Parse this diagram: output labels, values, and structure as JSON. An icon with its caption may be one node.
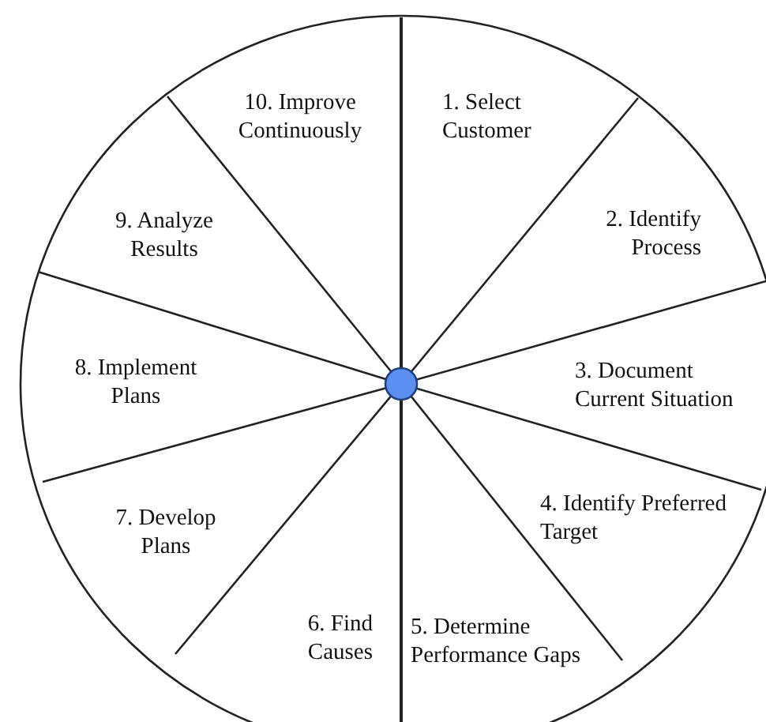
{
  "diagram": {
    "nodes": [
      {
        "text": [
          "1. Select Customer"
        ]
      },
      {
        "text": [
          "2. Identify Process"
        ]
      },
      {
        "text": [
          "3. Document Current Situation"
        ]
      },
      {
        "text": [
          "4. Identify Preferred Target"
        ]
      },
      {
        "text": [
          "5. Determine Performance Gaps"
        ]
      },
      {
        "text": [
          "6. Find Causes"
        ]
      },
      {
        "text": [
          "7. Develop Plans"
        ]
      },
      {
        "text": [
          "8. Implement Plans"
        ]
      },
      {
        "text": [
          "9. Analyze Results"
        ]
      },
      {
        "text": [
          "10. Improve Continuously"
        ]
      }
    ]
  }
}
